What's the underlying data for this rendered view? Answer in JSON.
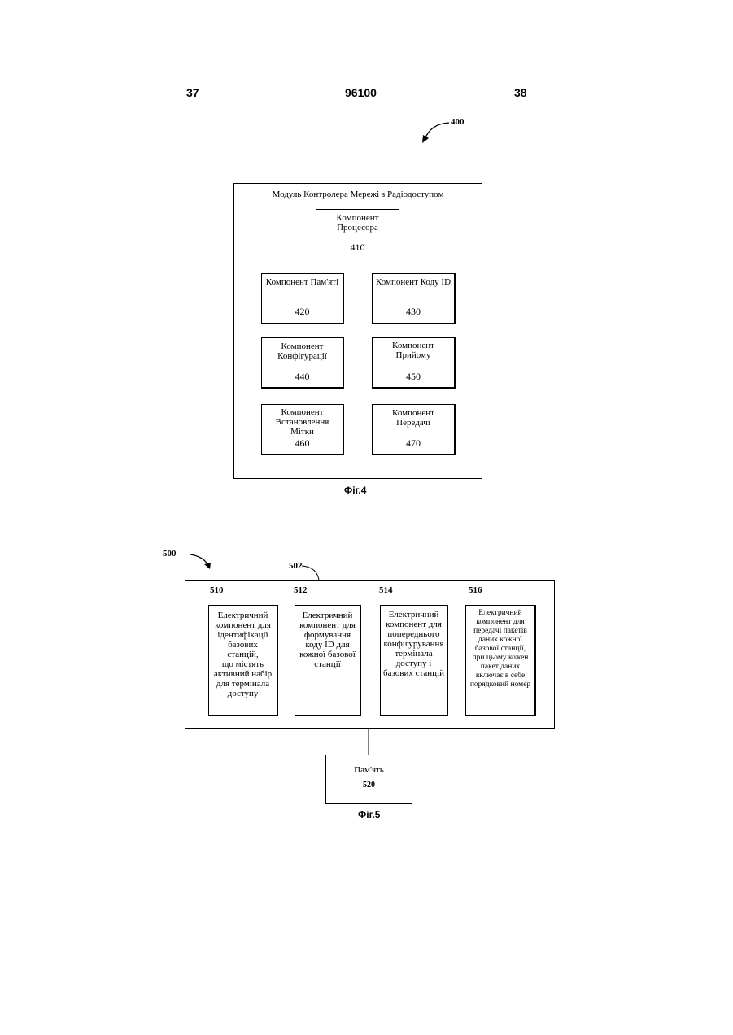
{
  "header": {
    "left_page": "37",
    "patent_number": "96100",
    "right_page": "38"
  },
  "fig4": {
    "ref": "400",
    "module_title": "Модуль Контролера Мережі з Радіодоступом",
    "components": [
      {
        "label": "Компонент\nПроцесора",
        "num": "410"
      },
      {
        "label": "Компонент Пам'яті",
        "num": "420"
      },
      {
        "label": "Компонент Коду ID",
        "num": "430"
      },
      {
        "label": "Компонент\nКонфігурації",
        "num": "440"
      },
      {
        "label": "Компонент\nПрийому",
        "num": "450"
      },
      {
        "label": "Компонент\nВстановлення\nМітки",
        "num": "460"
      },
      {
        "label": "Компонент\nПередачі",
        "num": "470"
      }
    ],
    "caption": "Фіг.4"
  },
  "fig5": {
    "ref": "500",
    "container_ref": "502",
    "blocks": [
      {
        "ref": "510",
        "label": "Електричний\nкомпонент для\nідентифікації\nбазових станцій,\nщо містять\nактивний набір\nдля термінала\nдоступу"
      },
      {
        "ref": "512",
        "label": "Електричний\nкомпонент для\nформування\nкоду ID для\nкожної базової\nстанції"
      },
      {
        "ref": "514",
        "label": "Електричний\nкомпонент для\nпопереднього\nконфігурування\nтермінала\nдоступу і\nбазових станцій"
      },
      {
        "ref": "516",
        "label": "Електричний\nкомпонент для\nпередачі пакетів\nданих кожної\nбазової станції,\nпри цьому кожен\nпакет даних\nвключає в себе\nпорядковий номер"
      }
    ],
    "memory": {
      "label": "Пам'ять",
      "num": "520"
    },
    "caption": "Фіг.5"
  }
}
